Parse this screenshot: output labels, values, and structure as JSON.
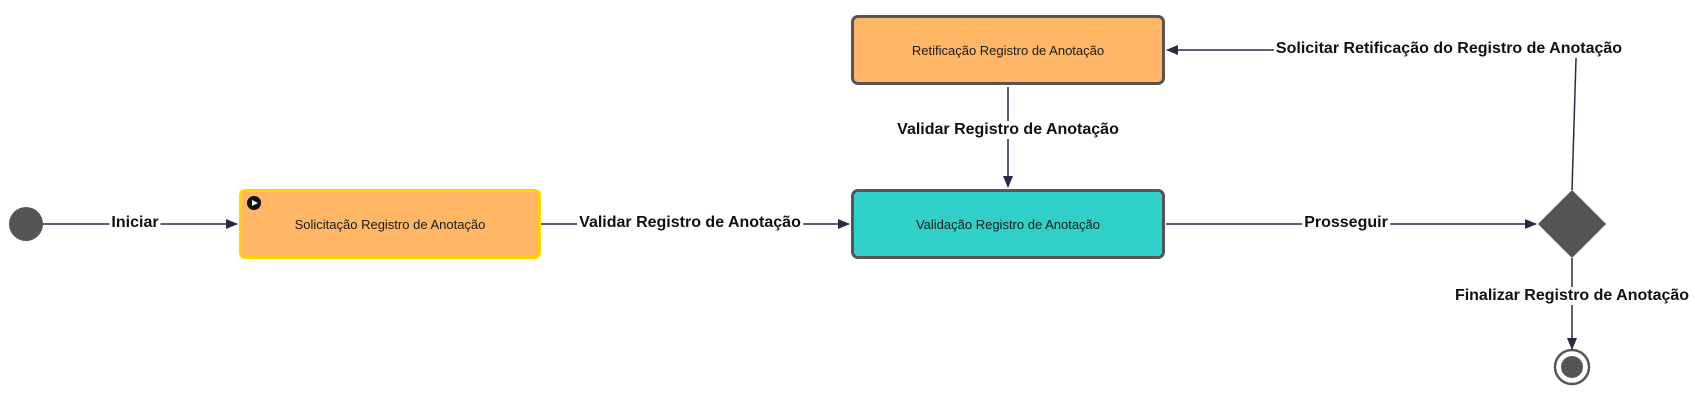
{
  "diagram": {
    "nodes": {
      "solicitacao": {
        "label": "Solicitação Registro de Anotação"
      },
      "validacao": {
        "label": "Validação Registro de Anotação"
      },
      "retificacao": {
        "label": "Retificação Registro de Anotação"
      }
    },
    "edges": {
      "iniciar": "Iniciar",
      "validar_1": "Validar Registro de Anotação",
      "validar_2": "Validar Registro de Anotação",
      "prosseguir": "Prosseguir",
      "finalizar": "Finalizar Registro de Anotação",
      "solicitar": "Solicitar Retificação do Registro de Anotação"
    },
    "colors": {
      "task_orange": "#ffb766",
      "task_teal": "#30cfc7",
      "highlight_border": "#ffd400",
      "node_border": "#555555",
      "decision": "#555555",
      "edge_line": "#2a2a44"
    }
  }
}
